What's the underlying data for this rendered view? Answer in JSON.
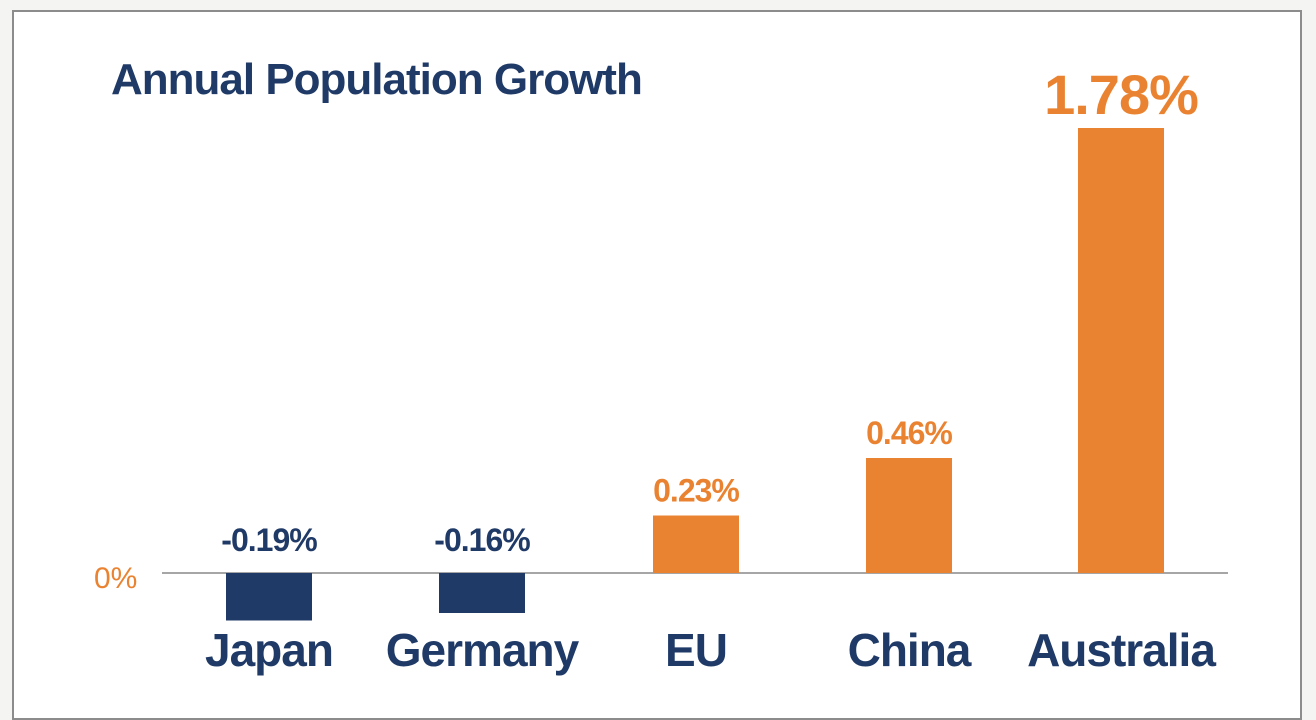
{
  "chart_data": {
    "type": "bar",
    "title": "Annual Population Growth",
    "categories": [
      "Japan",
      "Germany",
      "EU",
      "China",
      "Australia"
    ],
    "values": [
      -0.19,
      -0.16,
      0.23,
      0.46,
      1.78
    ],
    "value_labels": [
      "-0.19%",
      "-0.16%",
      "0.23%",
      "0.46%",
      "1.78%"
    ],
    "zero_label": "0%",
    "xlabel": "",
    "ylabel": "",
    "ylim": [
      -0.19,
      1.78
    ],
    "grid": false,
    "colors": {
      "negative": "#1f3a66",
      "positive": "#ea8331",
      "title": "#1f3a66",
      "category_label": "#1f3a66",
      "axis": "#a6a6a6"
    }
  }
}
